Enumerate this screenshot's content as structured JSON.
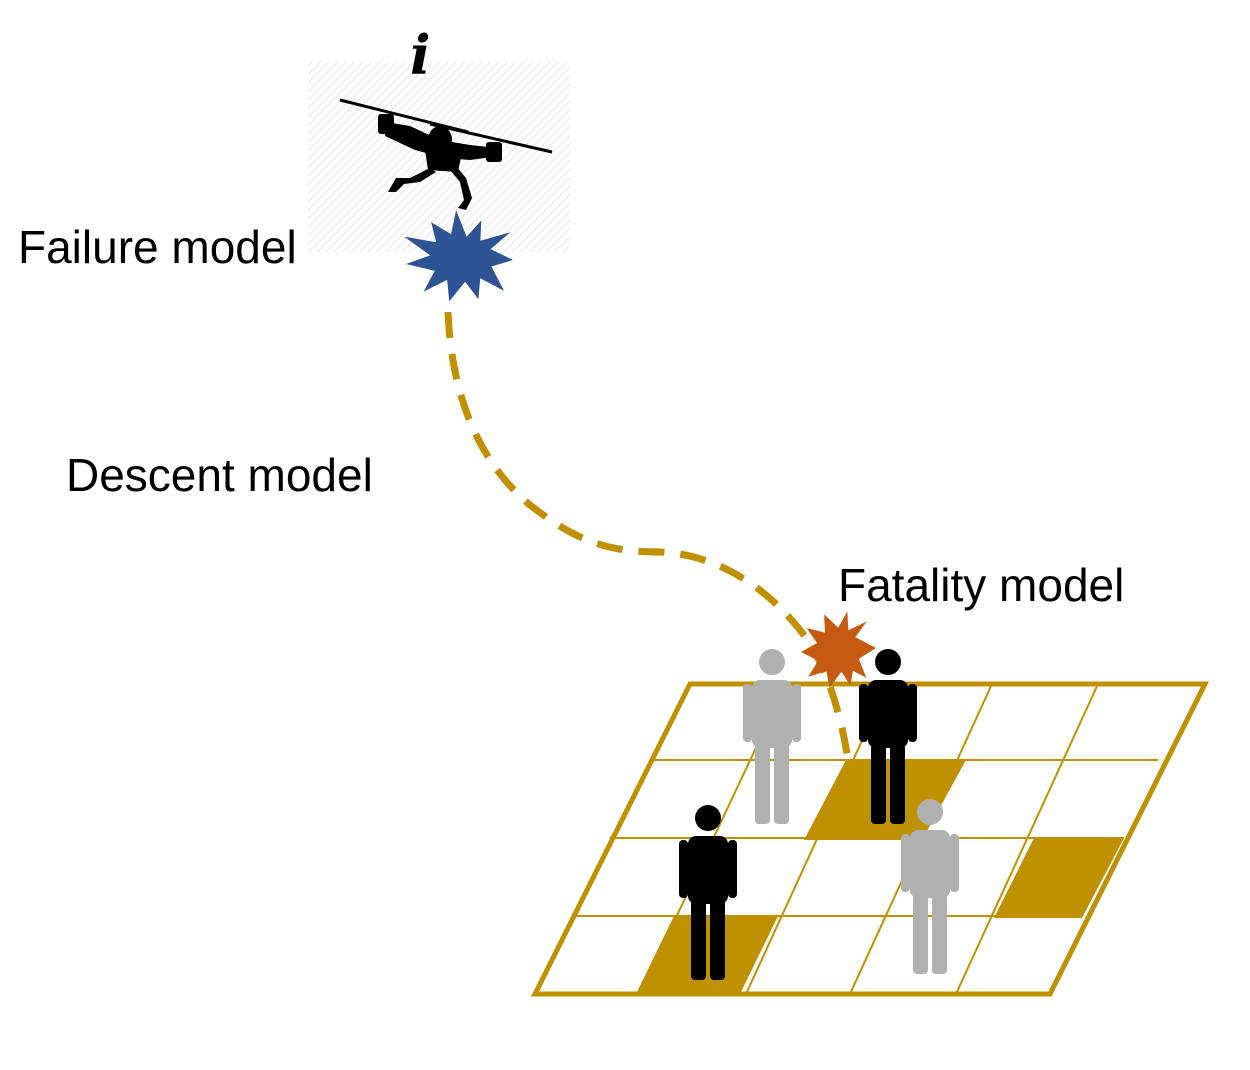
{
  "labels": {
    "uav_index": "i",
    "failure": "Failure model",
    "descent": "Descent model",
    "fatality": "Fatality model"
  },
  "colors": {
    "trajectory": "#c09000",
    "grid": "#c09000",
    "grid_fill": "#bf9000",
    "failure_burst": "#2f5496",
    "impact_burst": "#c55a11",
    "person_active": "#000000",
    "person_inactive": "#b0b0b0"
  },
  "icons": {
    "uav": "drone-icon",
    "failure": "failure-burst-icon",
    "impact": "impact-burst-icon",
    "person": "person-icon"
  }
}
